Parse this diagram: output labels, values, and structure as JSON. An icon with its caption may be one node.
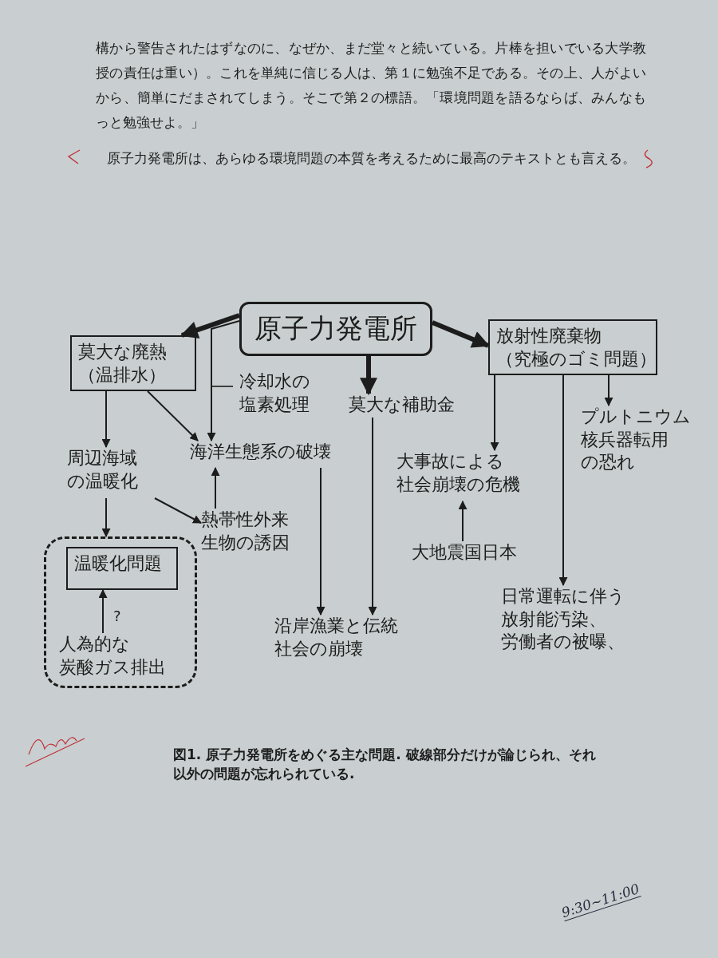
{
  "diagram": {
    "caption": "図1. 原子力発電所をめぐる主な問題. 破線部分だけが論じられ、それ以外の問題が忘れられている.",
    "nodes": [
      {
        "text": [
          "原子力発電所"
        ]
      },
      {
        "text": [
          "莫大な廃熱（温排水）"
        ]
      },
      {
        "text": [
          "放射性廃棄物",
          "（究極のゴミ問題）"
        ]
      },
      {
        "text": [
          "莫大な補助金"
        ]
      },
      {
        "text": [
          "周辺海域の温暖化"
        ]
      },
      {
        "text": [
          "海洋生態系の破壊"
        ]
      },
      {
        "text": [
          "熱帯性外来生物の誘因"
        ]
      },
      {
        "text": [],
        "shape": "box"
      },
      {
        "text": [
          "温暖化問題"
        ],
        "in": 7
      },
      {
        "text": [
          "人為的な炭酸ガス排出"
        ],
        "in": 7
      },
      {
        "text": [
          "プルトニウム核兵器転用の恐れ"
        ]
      },
      {
        "text": [
          "大事故による社会崩壊の危機"
        ]
      },
      {
        "text": [
          "大地震国日本"
        ]
      },
      {
        "text": [
          "沿岸漁業と伝統社会の崩壊"
        ]
      },
      {
        "text": [
          "日常運転に伴う放射能汚染、労働者の被曝、"
        ]
      }
    ],
    "edges": [
      {
        "from": 0,
        "to": 1,
        "arrow": "to",
        "style": "thick"
      },
      {
        "from": 0,
        "to": 5,
        "arrow": "to",
        "label": "冷却水の塩素処理"
      },
      {
        "from": 0,
        "to": 2,
        "arrow": "to",
        "style": "thick"
      },
      {
        "from": 0,
        "to": 3,
        "arrow": "to",
        "style": "thick"
      },
      {
        "from": 1,
        "to": 4,
        "arrow": "to"
      },
      {
        "from": 1,
        "to": 5,
        "arrow": "to"
      },
      {
        "from": 3,
        "to": 13,
        "arrow": "to"
      },
      {
        "from": 5,
        "to": 13,
        "arrow": "to"
      },
      {
        "from": 4,
        "to": 7,
        "arrow": "to"
      },
      {
        "from": 4,
        "to": 6,
        "arrow": "to"
      },
      {
        "from": 6,
        "to": 5,
        "arrow": "to"
      },
      {
        "from": 9,
        "to": 8,
        "arrow": "to",
        "label": "?"
      },
      {
        "from": 2,
        "to": 11,
        "arrow": "to"
      },
      {
        "from": 2,
        "to": 14,
        "arrow": "to"
      },
      {
        "from": 2,
        "to": 10,
        "arrow": "to"
      },
      {
        "from": 12,
        "to": 11,
        "arrow": "to"
      }
    ],
    "labels": [
      "構から警告されたはずなのに、なぜか、まだ堂々と続いている。片棒を担いでいる大学教授の責任は重い）。これを単純に信じる人は、第１に勉強不足である。その上、人がよいから、簡単にだまされてしまう。そこで第２の標語。「環境問題を語るならば、みんなもっと勉強せよ。」",
      "原子力発電所は、あらゆる環境問題の本質を考えるために最高のテキストとも言える。",
      "9:30~11:00"
    ]
  }
}
